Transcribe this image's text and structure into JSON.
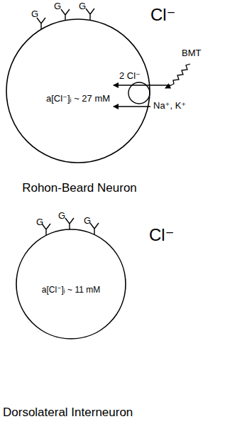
{
  "diagram": {
    "nodes": [
      {
        "text": [
          "a[Cl⁻]ᵢ ~ 27 mM",
          "Rohon-Beard Neuron"
        ]
      },
      {
        "text": [
          "a[Cl⁻]ᵢ ~ 11 mM",
          "Dorsolateral Interneuron"
        ]
      }
    ],
    "labels": [
      "G",
      "G",
      "G",
      "Cl⁻",
      "BMT",
      "2 Cl⁻",
      "Na⁺, K⁺",
      "G",
      "G",
      "G",
      "Cl⁻"
    ]
  }
}
